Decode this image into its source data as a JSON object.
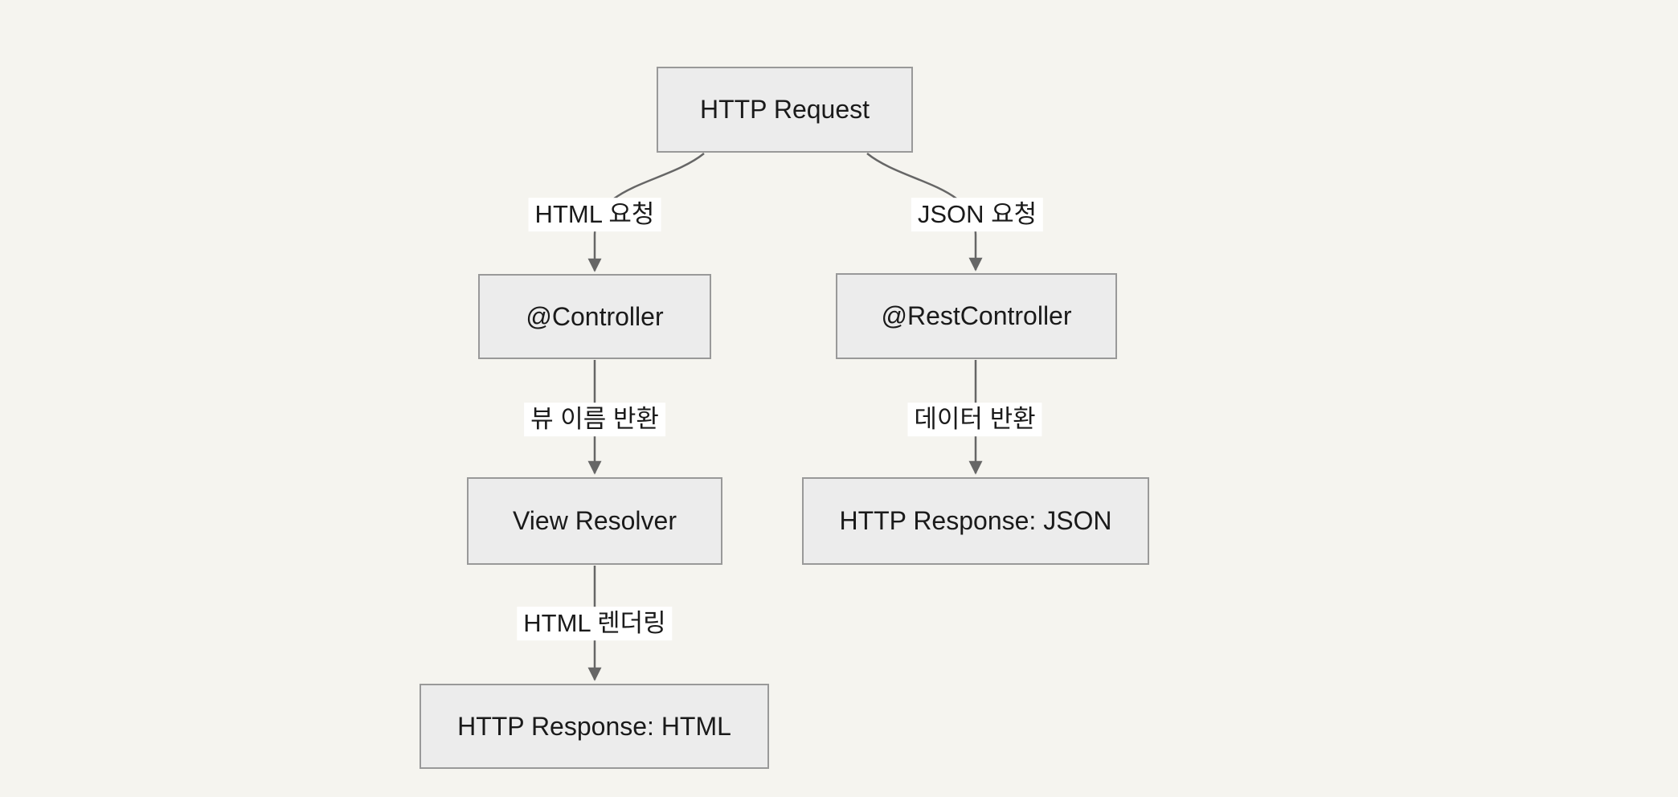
{
  "diagram": {
    "type": "flowchart",
    "direction": "top-down",
    "nodes": {
      "http_request": {
        "label": "HTTP Request"
      },
      "controller": {
        "label": "@Controller"
      },
      "rest_controller": {
        "label": "@RestController"
      },
      "view_resolver": {
        "label": "View Resolver"
      },
      "http_response_json": {
        "label": "HTTP Response: JSON"
      },
      "http_response_html": {
        "label": "HTTP Response: HTML"
      }
    },
    "edges": [
      {
        "from": "HTTP Request",
        "to": "@Controller",
        "label": "HTML 요청"
      },
      {
        "from": "HTTP Request",
        "to": "@RestController",
        "label": "JSON 요청"
      },
      {
        "from": "@Controller",
        "to": "View Resolver",
        "label": "뷰 이름 반환"
      },
      {
        "from": "@RestController",
        "to": "HTTP Response: JSON",
        "label": "데이터 반환"
      },
      {
        "from": "View Resolver",
        "to": "HTTP Response: HTML",
        "label": "HTML 렌더링"
      }
    ],
    "colors": {
      "background": "#f5f4ef",
      "node_fill": "#ececec",
      "node_border": "#999999",
      "edge": "#666666",
      "edge_label_background": "#ffffff",
      "text": "#1a1a1a"
    }
  }
}
